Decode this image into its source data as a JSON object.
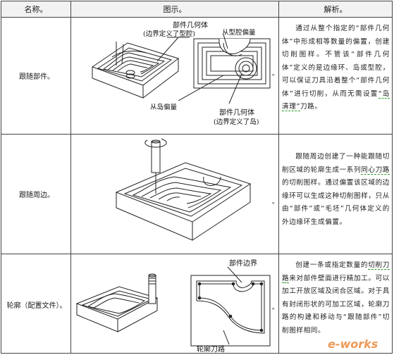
{
  "table": {
    "headers": [
      "名称。",
      "图示。",
      "解析。"
    ],
    "rows": [
      {
        "name": "跟随部件。",
        "fig_labels": {
          "part_geom": "部件几何体",
          "boundary_cavity": "(边界定义了型腔)",
          "cavity_offset": "从型腔偏量",
          "island_offset": "从岛偏量",
          "part_geom2": "部件几何体",
          "boundary_island": "(边界定义了岛)",
          "mark": "。"
        },
        "desc_a": "通过从整个指定的“部件几何体”中形成相等数量的偏置，创建切削图样。不管该“部件几何体”定义的是边缘环、岛或型腔，可以保证刀具沿着整个“部件几何体”进行切削，从而无需设置",
        "desc_b": "“岛清理”",
        "desc_c": "刀路。"
      },
      {
        "name": "跟随周边。",
        "fig_labels": {
          "mark": "。"
        },
        "desc_a": "跟随周边创建了一种能跟随切削区域的轮廓生成一系列",
        "desc_b": "同心刀路",
        "desc_c": "的切削图样。通过偏置该区域的边缘环可以生成这种切削图样，只从由“部件”或“毛坯”几何体定义的外边缘环生成偏置。"
      },
      {
        "name": "轮廓（配置文件）。",
        "fig_labels": {
          "part_boundary": "部件边界",
          "contour_path": "轮廓刀路",
          "mark": "。"
        },
        "desc_a": "创建一条或指定数量的",
        "desc_b": "切削刀路",
        "desc_c": "来对部件壁面进行精加工。可以加工开放区域及闭合区域。对于具有封闭形状的可加工区域，轮廓刀路的构建和移动与“跟随部件”切削图样相同。"
      }
    ]
  },
  "watermark": {
    "text": "e-works"
  },
  "colors": {
    "grid": "#444444",
    "header_bg": "#f2f2f2",
    "accent_green": "#2a9e2a",
    "logo_orange": "#e8781e"
  }
}
